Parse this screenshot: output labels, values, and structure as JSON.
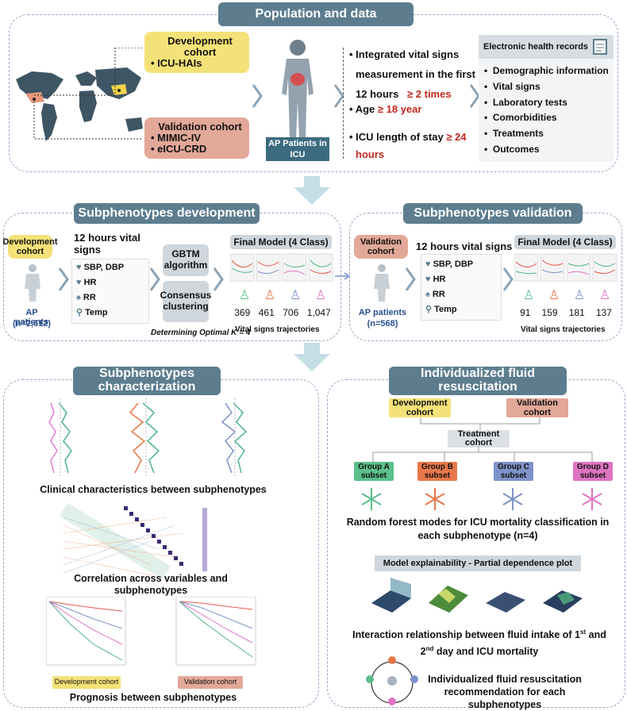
{
  "section1": {
    "title": "Population and data",
    "dev_cohort": {
      "title": "Development cohort",
      "items": [
        "ICU-HAIs"
      ]
    },
    "val_cohort": {
      "title": "Validation cohort",
      "items": [
        "MIMIC-IV",
        "eICU-CRD"
      ]
    },
    "patients_label": "AP Patients in ICU",
    "criteria": [
      {
        "lines": [
          "Integrated vital signs",
          "measurement in the first"
        ],
        "tail": "12 hours",
        "highlight": "≥ 2 times"
      },
      {
        "text": "Age",
        "highlight": "≥ 18 year"
      },
      {
        "text": "ICU length of stay",
        "highlight": "≥ 24",
        "highlight2": "hours"
      }
    ],
    "ehr_title": "Electronic health records",
    "ehr_items": [
      "Demographic information",
      "Vital signs",
      "Laboratory tests",
      "Comorbidities",
      "Treatments",
      "Outcomes"
    ]
  },
  "dev": {
    "title": "Subphenotypes development",
    "cohort_label": "Development cohort",
    "patients": "AP patients",
    "n": "(n=2,612)",
    "vitals_title": "12 hours vital signs",
    "vitals": [
      "SBP, DBP",
      "HR",
      "RR",
      "Temp"
    ],
    "methods": [
      "GBTM algorithm",
      "Consensus clustering"
    ],
    "optimal_k": "Determining Optimal K = 4",
    "model_title": "Final Model (4 Class)",
    "counts": [
      "369",
      "461",
      "706",
      "1,047"
    ],
    "traj_label": "Vital signs trajectories"
  },
  "val": {
    "title": "Subphenotypes validation",
    "cohort_label": "Validation cohort",
    "patients": "AP patients",
    "n": "(n=568)",
    "vitals_title": "12 hours vital signs",
    "vitals": [
      "SBP, DBP",
      "HR",
      "RR",
      "Temp"
    ],
    "model_title": "Final Model (4 Class)",
    "counts": [
      "91",
      "159",
      "181",
      "137"
    ],
    "traj_label": "Vital signs trajectories"
  },
  "char": {
    "title": "Subphenotypes characterization",
    "clinical": "Clinical characteristics between subphenotypes",
    "correlation": "Correlation across variables and subphenotypes",
    "prognosis": "Prognosis between subphenotypes",
    "dev_label": "Development cohort",
    "val_label": "Validation cohort"
  },
  "fluid": {
    "title": "Individualized fluid resuscitation",
    "dev_cohort": "Development cohort",
    "val_cohort": "Validation cohort",
    "treatment": "Treatment cohort",
    "groups": [
      {
        "label": "Group A subset",
        "color": "#5bbf8b"
      },
      {
        "label": "Group B subset",
        "color": "#e8784a"
      },
      {
        "label": "Group C subset",
        "color": "#7f92c9"
      },
      {
        "label": "Group D subset",
        "color": "#de74c2"
      }
    ],
    "rf_text": "Random forest modes for ICU mortality classification in each subphenotype  (n=4)",
    "pdp_title": "Model explainability - Partial dependence plot",
    "interaction_a": "Interaction relationship between fluid intake of 1",
    "interaction_sup1": "st",
    "interaction_b": " and",
    "interaction_c": "2",
    "interaction_sup2": "nd",
    "interaction_d": " day and ICU mortality",
    "recommend": "Individualized fluid resuscitation recommendation for each subphenotypes"
  }
}
